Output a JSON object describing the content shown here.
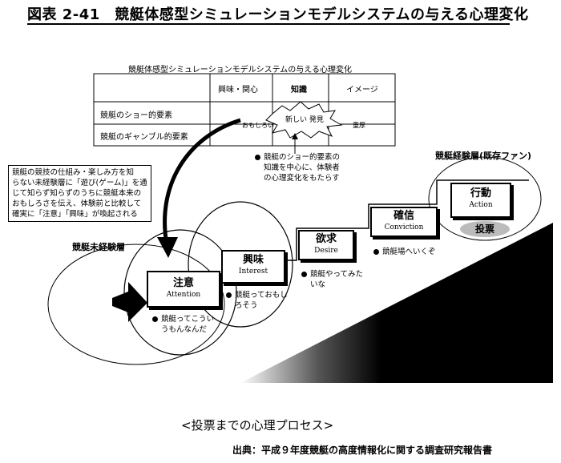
{
  "title": "図表 2-41　競艇体感型シミュレーションモデルシステムの与える心理変化",
  "table": {
    "title": "競艇体感型シミュレーションモデルシステムの与える心理変化",
    "columns": [
      "興味・関心",
      "知識",
      "イメージ"
    ],
    "rows": [
      "競艇のショー的要素",
      "競艇のギャンブル的要素"
    ],
    "burst_text": "新しい 発見",
    "left_label": "おもしろい",
    "right_label": "重厚"
  },
  "middle_note": [
    "競艇のショー的要素の",
    "知識を中心に、体験者",
    "の心理変化をもたらす"
  ],
  "left_note": [
    "競艇の競技の仕組み・楽しみ方を知",
    "らない未経験層に「遊び(ゲーム)」を通",
    "じて知らず知らずのうちに競艇本来の",
    "おもしろさを伝え、体験前と比較して",
    "確実に「注意」「興味」が喚起される"
  ],
  "layer_labels": {
    "inexperienced": "競艇未経験層",
    "experienced": "競艇経験層(既存ファン)"
  },
  "stages": [
    {
      "jp": "注意",
      "en": "Attention",
      "note": [
        "競艇ってこうい",
        "うもんなんだ"
      ]
    },
    {
      "jp": "興味",
      "en": "Interest",
      "note": [
        "競艇っておもし",
        "ろそう"
      ]
    },
    {
      "jp": "欲求",
      "en": "Desire",
      "note": [
        "競艇やってみた",
        "いな"
      ]
    },
    {
      "jp": "確信",
      "en": "Conviction",
      "note": [
        "競艇場へいくぞ"
      ]
    },
    {
      "jp": "行動",
      "en": "Action",
      "note": []
    }
  ],
  "vote_label": "投票",
  "caption": "<投票までの心理プロセス>",
  "source": "出典：平成９年度競艇の高度情報化に関する調査研究報告書"
}
